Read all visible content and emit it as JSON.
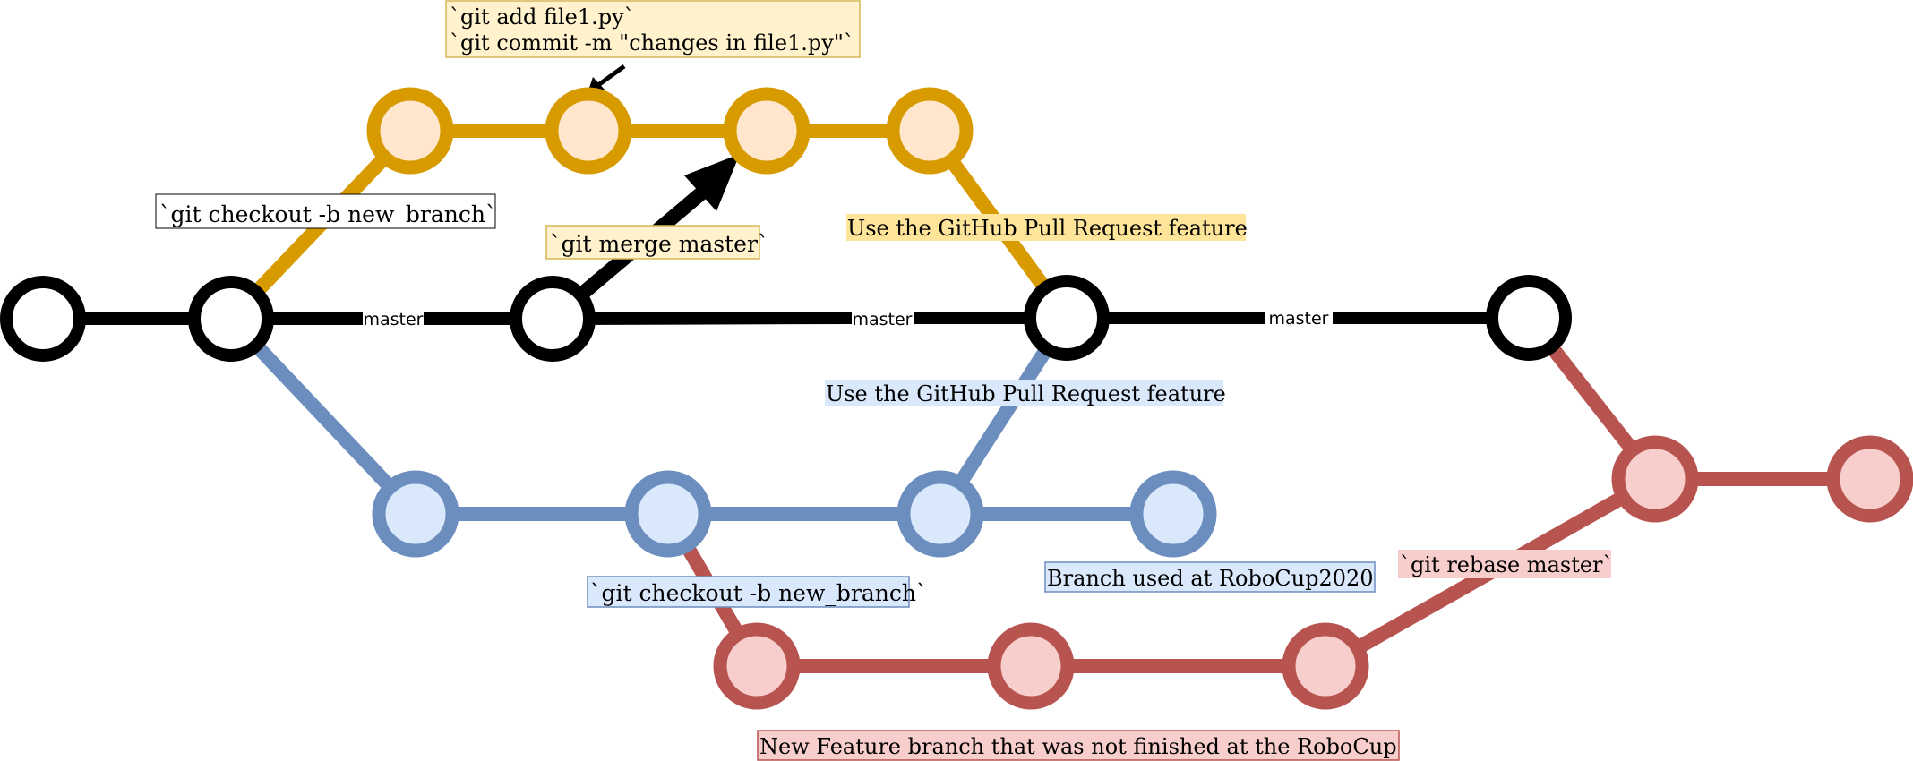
{
  "colors": {
    "master": "#000000",
    "feature_orange": "#D79B00",
    "feature_orange_fill": "#FFE6CC",
    "feature_orange_label_bg": "#FFE599",
    "note_yellow_bg": "#FFF2CC",
    "note_yellow_border": "#D6B656",
    "feature_blue": "#6C8EBF",
    "feature_blue_fill": "#DAE8FC",
    "feature_red": "#B85450",
    "feature_red_fill": "#F8CECC",
    "red_border": "#B85450"
  },
  "edge_labels": {
    "master_1": "master",
    "master_2": "master",
    "master_3": "master"
  },
  "annotations": {
    "add_commit": "`git add file1.py`\n`git commit -m \"changes in file1.py\"`",
    "checkout_top": "`git checkout -b new_branch`",
    "merge_master": "`git merge master`",
    "pr_orange": "Use the GitHub Pull Request feature",
    "pr_blue": "Use the GitHub Pull Request feature",
    "checkout_bottom": "`git checkout -b new_branch`",
    "robocup_branch": "Branch used at RoboCup2020",
    "rebase_master": "`git rebase master`",
    "new_feature": "New Feature branch that was not finished at the RoboCup"
  }
}
